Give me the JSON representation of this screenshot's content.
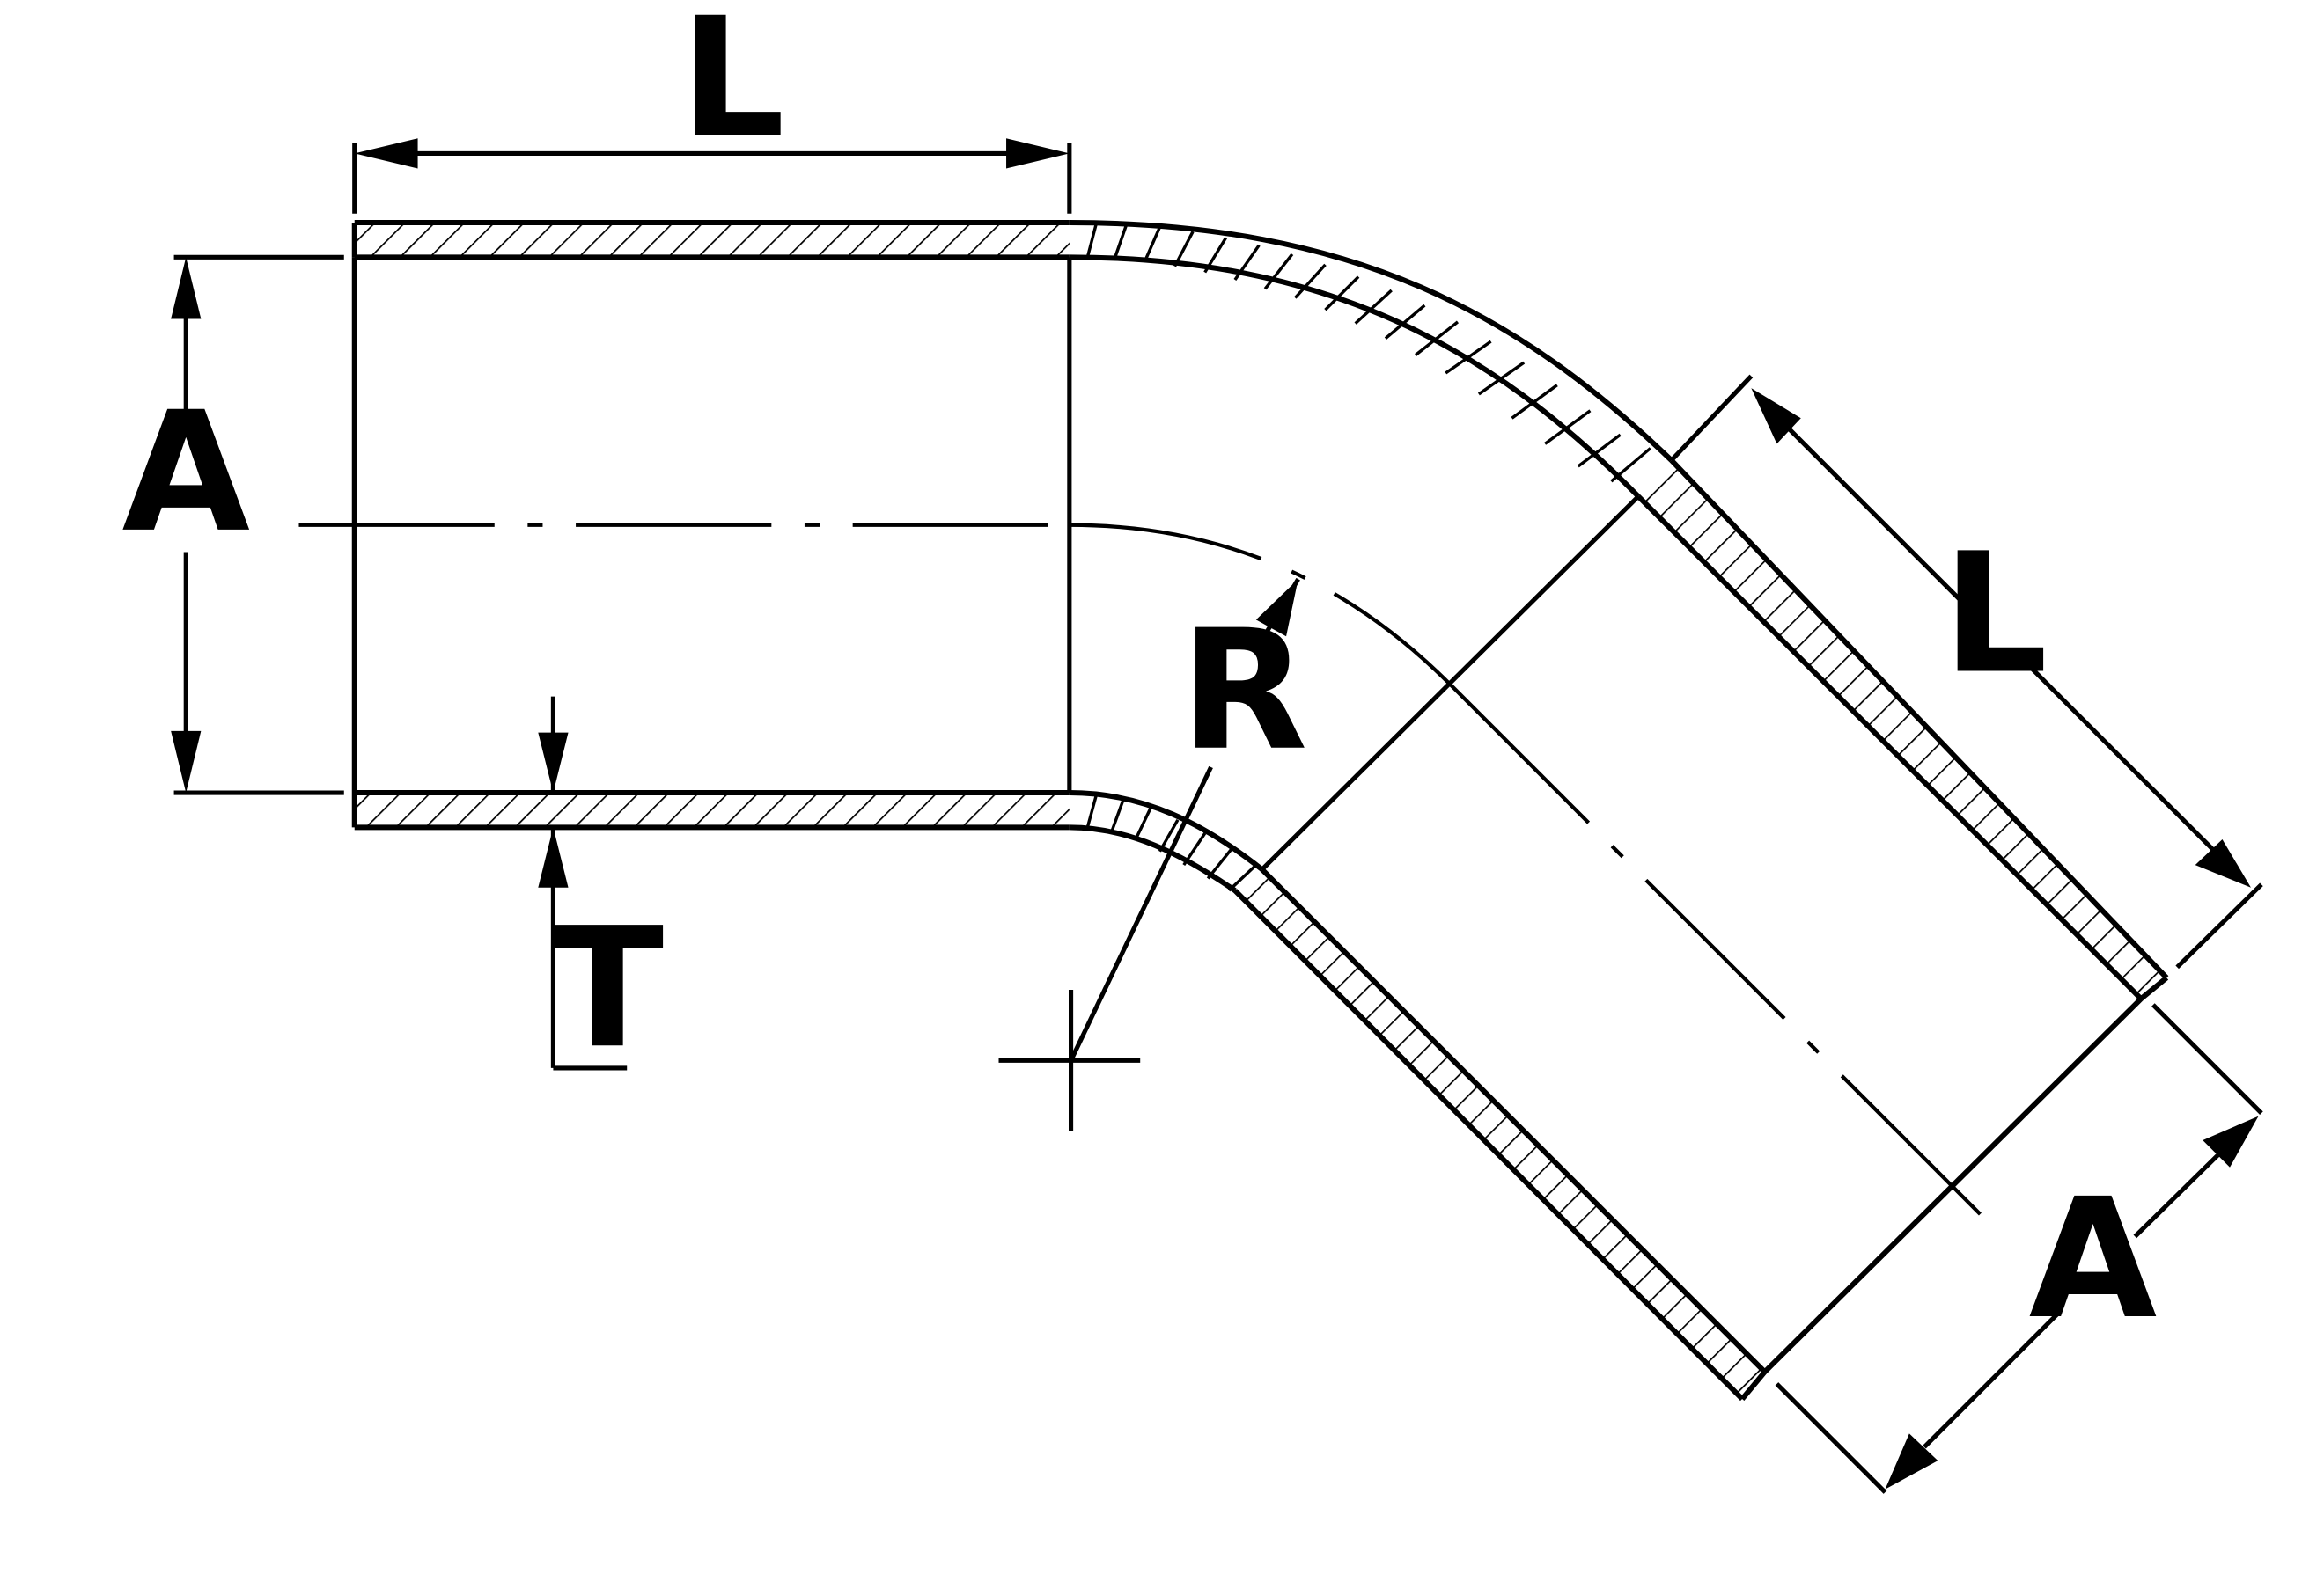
{
  "labels": {
    "length_top": "L",
    "diameter_left": "A",
    "radius": "R",
    "thickness": "T",
    "length_right": "L",
    "diameter_right": "A"
  },
  "colors": {
    "ink": "#000000",
    "paper": "#ffffff"
  }
}
